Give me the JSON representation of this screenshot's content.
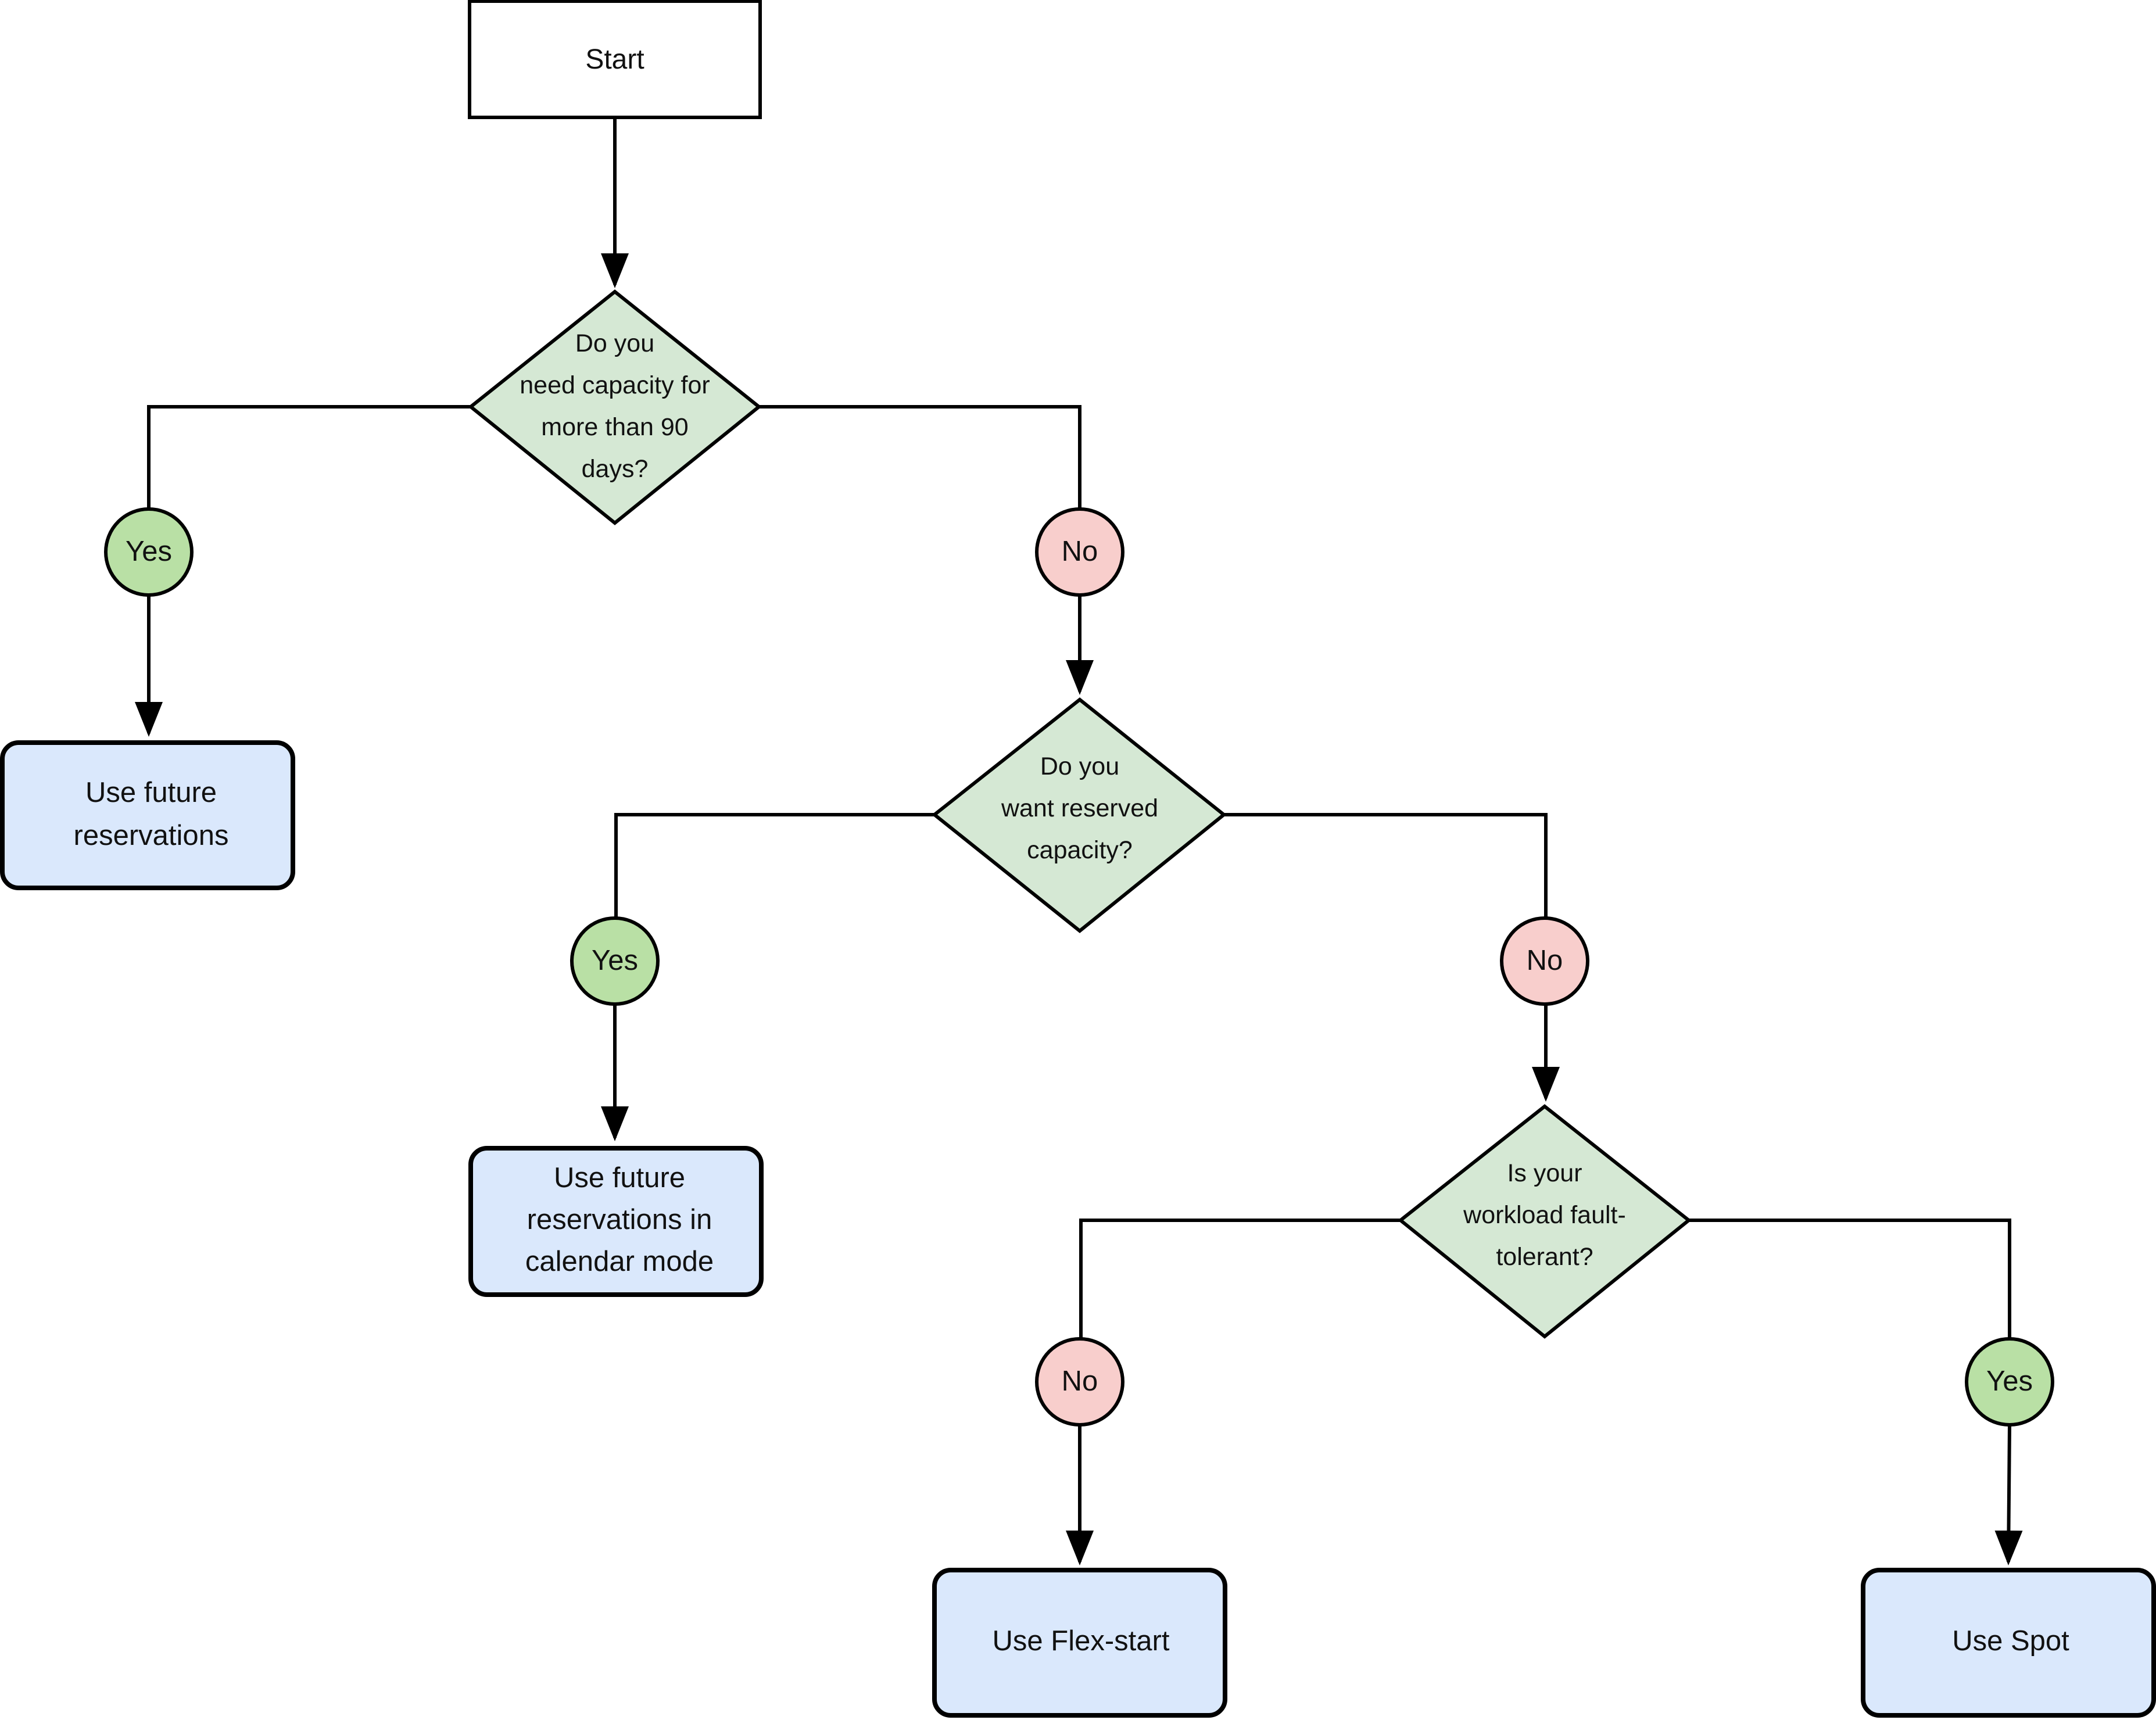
{
  "colors": {
    "decision_fill": "#d5e8d4",
    "outcome_fill": "#dae8fc",
    "yes_fill": "#b9e0a5",
    "no_fill": "#f8cecc",
    "start_fill": "#ffffff",
    "stroke": "#000000"
  },
  "nodes": {
    "start": {
      "lines": [
        "Start"
      ]
    },
    "q1": {
      "lines": [
        "Do you",
        "need capacity for",
        "more than 90",
        "days?"
      ]
    },
    "q2": {
      "lines": [
        "Do you",
        "want reserved",
        "capacity?"
      ]
    },
    "q3": {
      "lines": [
        "Is your",
        "workload fault-",
        "tolerant?"
      ]
    },
    "r1": {
      "lines": [
        "Use future",
        "reservations"
      ]
    },
    "r2": {
      "lines": [
        "Use future",
        "reservations in",
        "calendar mode"
      ]
    },
    "r3": {
      "lines": [
        "Use Flex-start"
      ]
    },
    "r4": {
      "lines": [
        "Use Spot"
      ]
    }
  },
  "labels": {
    "yes1": "Yes",
    "no1": "No",
    "yes2": "Yes",
    "no2": "No",
    "no3": "No",
    "yes3": "Yes"
  }
}
